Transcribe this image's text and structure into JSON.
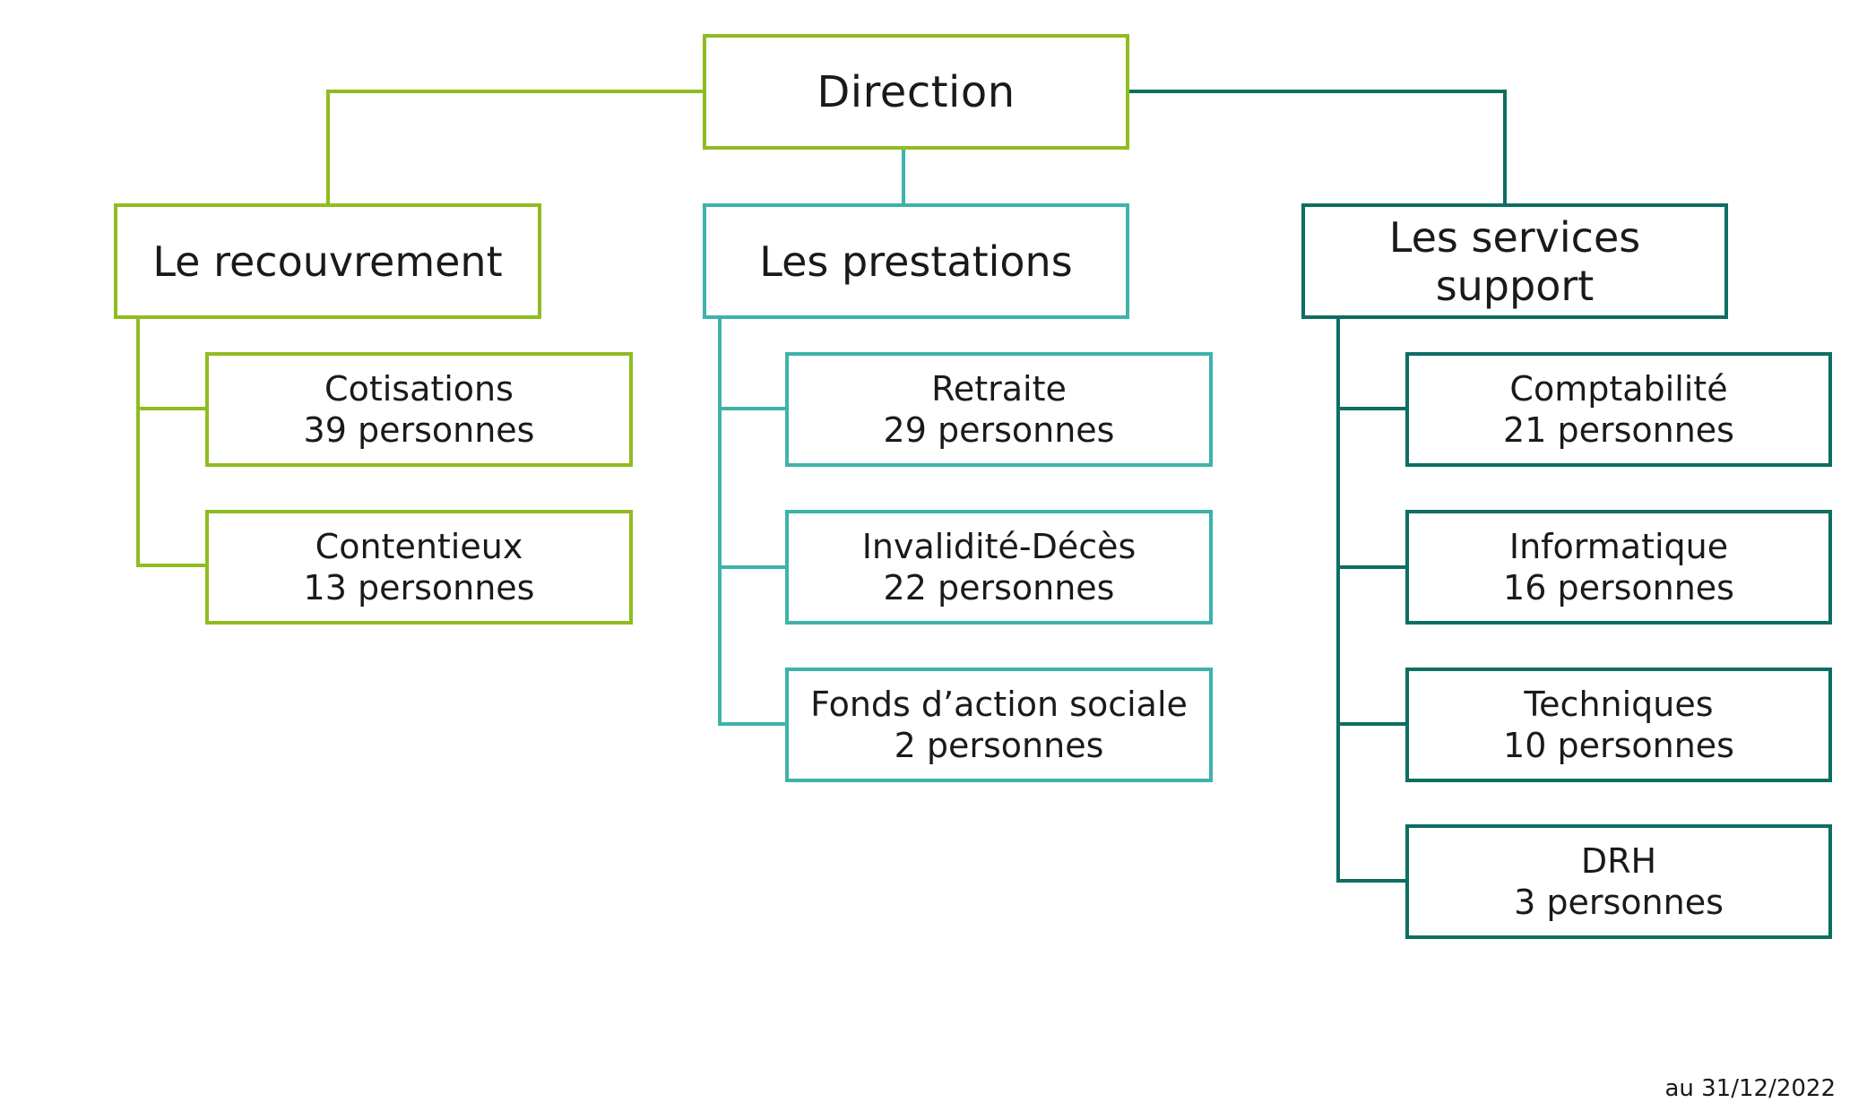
{
  "root": {
    "label": "Direction"
  },
  "colors": {
    "green": "#8fbc1f",
    "teal": "#3db3aa",
    "dark_teal": "#0d6e62"
  },
  "branches": [
    {
      "label": "Le recouvrement",
      "children": [
        {
          "name": "Cotisations",
          "count": "39 personnes"
        },
        {
          "name": "Contentieux",
          "count": "13 personnes"
        }
      ]
    },
    {
      "label": "Les prestations",
      "children": [
        {
          "name": "Retraite",
          "count": "29 personnes"
        },
        {
          "name": "Invalidité-Décès",
          "count": "22 personnes"
        },
        {
          "name": "Fonds d’action sociale",
          "count": "2 personnes"
        }
      ]
    },
    {
      "label": "Les services support",
      "children": [
        {
          "name": "Comptabilité",
          "count": "21 personnes"
        },
        {
          "name": "Informatique",
          "count": "16 personnes"
        },
        {
          "name": "Techniques",
          "count": "10 personnes"
        },
        {
          "name": "DRH",
          "count": "3 personnes"
        }
      ]
    }
  ],
  "footnote": "au 31/12/2022"
}
